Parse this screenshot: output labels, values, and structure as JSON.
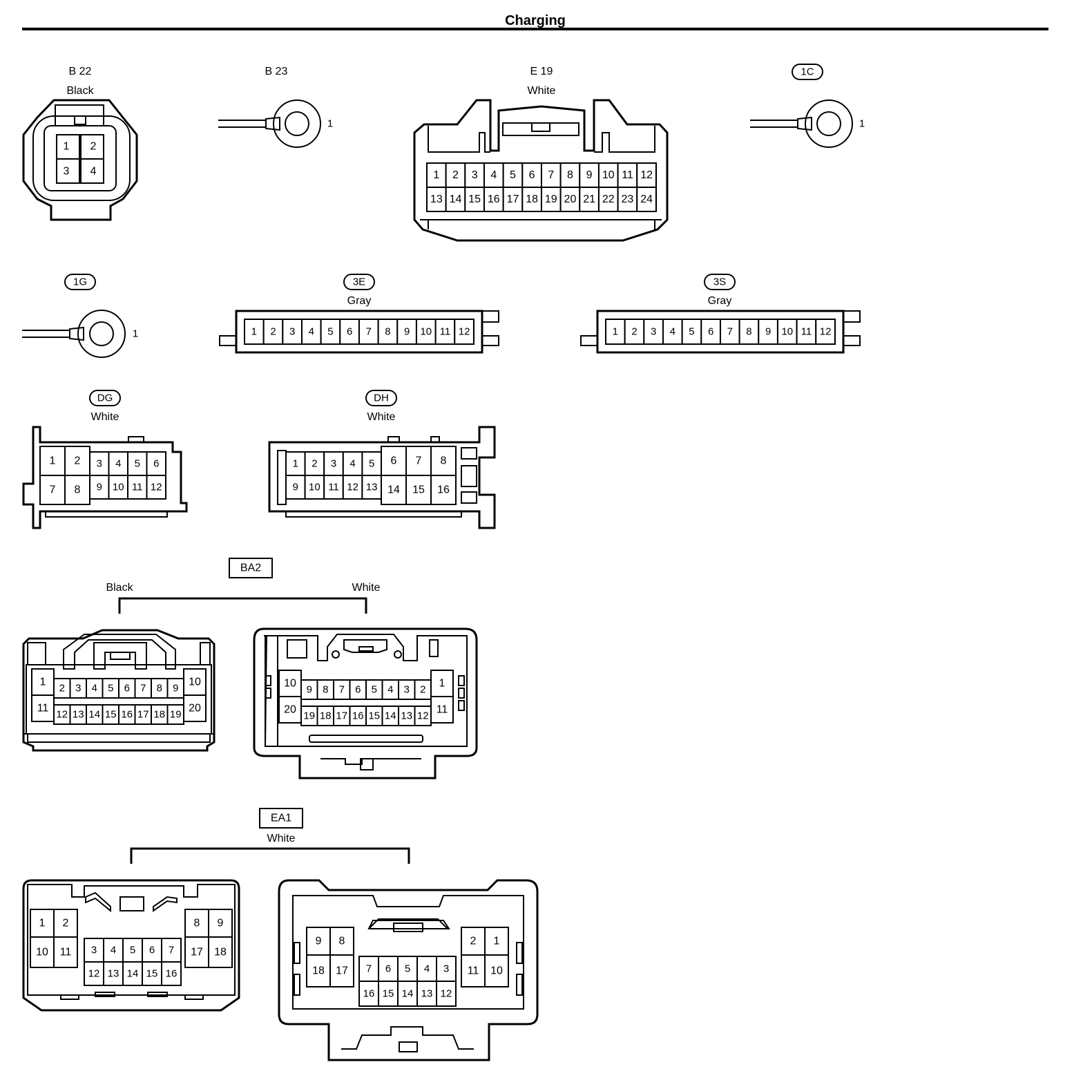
{
  "page": {
    "title": "Charging"
  },
  "connectors": {
    "b22": {
      "code": "B 22",
      "color": "Black",
      "pins": [
        "1",
        "2",
        "3",
        "4"
      ]
    },
    "b23": {
      "code": "B 23",
      "pin": "1"
    },
    "e19": {
      "code": "E 19",
      "color": "White",
      "row1": [
        "1",
        "2",
        "3",
        "4",
        "5",
        "6",
        "7",
        "8",
        "9",
        "10",
        "11",
        "12"
      ],
      "row2": [
        "13",
        "14",
        "15",
        "16",
        "17",
        "18",
        "19",
        "20",
        "21",
        "22",
        "23",
        "24"
      ]
    },
    "c1c": {
      "code": "1C",
      "pin": "1"
    },
    "c1g": {
      "code": "1G",
      "pin": "1"
    },
    "c3e": {
      "code": "3E",
      "color": "Gray",
      "pins": [
        "1",
        "2",
        "3",
        "4",
        "5",
        "6",
        "7",
        "8",
        "9",
        "10",
        "11",
        "12"
      ]
    },
    "c3s": {
      "code": "3S",
      "color": "Gray",
      "pins": [
        "1",
        "2",
        "3",
        "4",
        "5",
        "6",
        "7",
        "8",
        "9",
        "10",
        "11",
        "12"
      ]
    },
    "dg": {
      "code": "DG",
      "color": "White",
      "big": [
        "1",
        "2",
        "7",
        "8"
      ],
      "row1": [
        "3",
        "4",
        "5",
        "6"
      ],
      "row2": [
        "9",
        "10",
        "11",
        "12"
      ]
    },
    "dh": {
      "code": "DH",
      "color": "White",
      "row1": [
        "1",
        "2",
        "3",
        "4",
        "5"
      ],
      "row2": [
        "9",
        "10",
        "11",
        "12",
        "13"
      ],
      "big1": [
        "6",
        "7",
        "8"
      ],
      "big2": [
        "14",
        "15",
        "16"
      ]
    },
    "ba2": {
      "code": "BA2",
      "color_left": "Black",
      "color_right": "White",
      "left_row1": [
        "2",
        "3",
        "4",
        "5",
        "6",
        "7",
        "8",
        "9"
      ],
      "left_row2": [
        "12",
        "13",
        "14",
        "15",
        "16",
        "17",
        "18",
        "19"
      ],
      "left_side": [
        "1",
        "11",
        "10",
        "20"
      ],
      "right_row1": [
        "9",
        "8",
        "7",
        "6",
        "5",
        "4",
        "3",
        "2"
      ],
      "right_row2": [
        "19",
        "18",
        "17",
        "16",
        "15",
        "14",
        "13",
        "12"
      ],
      "right_side": [
        "10",
        "20",
        "1",
        "11"
      ]
    },
    "ea1": {
      "code": "EA1",
      "color": "White",
      "left_tl": [
        "1",
        "2",
        "10",
        "11"
      ],
      "left_tr": [
        "8",
        "9",
        "17",
        "18"
      ],
      "left_row1": [
        "3",
        "4",
        "5",
        "6",
        "7"
      ],
      "left_row2": [
        "12",
        "13",
        "14",
        "15",
        "16"
      ],
      "right_tl": [
        "9",
        "8",
        "18",
        "17"
      ],
      "right_tr": [
        "2",
        "1",
        "11",
        "10"
      ],
      "right_row1": [
        "7",
        "6",
        "5",
        "4",
        "3"
      ],
      "right_row2": [
        "16",
        "15",
        "14",
        "13",
        "12"
      ]
    }
  }
}
